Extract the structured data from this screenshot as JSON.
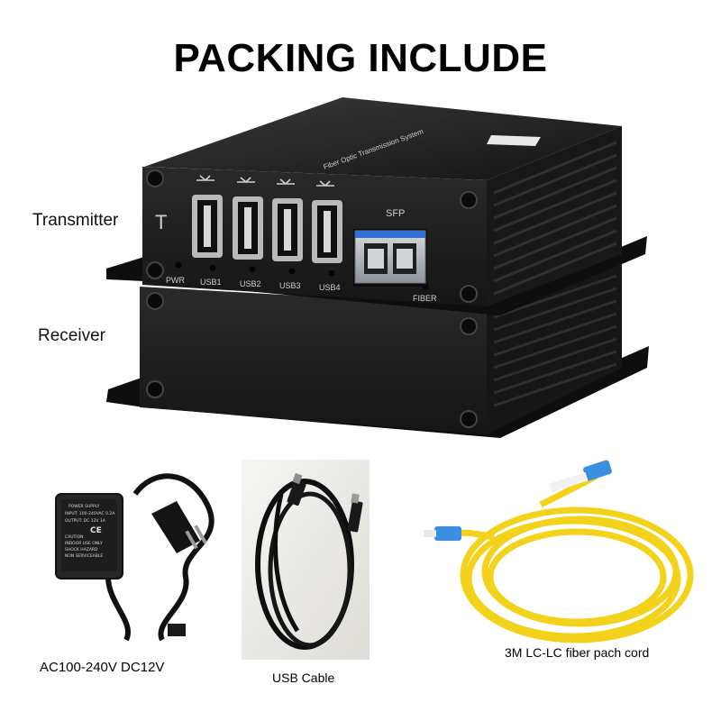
{
  "title": "PACKING INCLUDE",
  "labels": {
    "transmitter": "Transmitter",
    "receiver": "Receiver"
  },
  "device": {
    "front_letter": "T",
    "top_label": "Fiber Optic Transmission System",
    "sfp_label": "SFP",
    "pwr_label": "PWR",
    "fiber_label": "FIBER",
    "ports": [
      "USB1",
      "USB2",
      "USB3",
      "USB4"
    ],
    "body_color": "#1c1c1c",
    "sfp_accent": "#2f6fd6"
  },
  "accessories": {
    "power_adapter": {
      "caption": "AC100-240V DC12V",
      "lines": [
        "POWER SUPPLY",
        "INPUT: 100-240VAC 0.2A",
        "OUTPUT: DC 12V 1A",
        "CAUTION",
        "INDOOR USE ONLY",
        "SHOCK HAZARD",
        "NON SERVICEABLE"
      ],
      "ce_mark": "CE"
    },
    "usb_cable": {
      "caption": "USB Cable"
    },
    "fiber_cord": {
      "caption": "3M LC-LC fiber pach cord",
      "cord_color": "#f2d21a",
      "connector_color": "#3a8fe0"
    }
  }
}
